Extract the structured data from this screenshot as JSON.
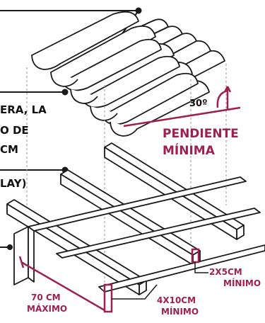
{
  "colors": {
    "ink": "#1a1a1a",
    "accent": "#9e1f50",
    "background": "#ffffff"
  },
  "labels": {
    "callout_line_1": "ERA, LA",
    "callout_line_2": "O DE",
    "callout_line_3": "CM",
    "callout_line_4": "LAY)",
    "angle": "30º",
    "slope_line_1": "PENDIENTE",
    "slope_line_2": "MÍNIMA",
    "batten_size_line_1": "2X5CM",
    "batten_size_line_2": "MÍNIMO",
    "spacing_line_1": "70 CM",
    "spacing_line_2": "MÁXIMO",
    "rafter_size_line_1": "4X10CM",
    "rafter_size_line_2": "MÍNIMO"
  }
}
